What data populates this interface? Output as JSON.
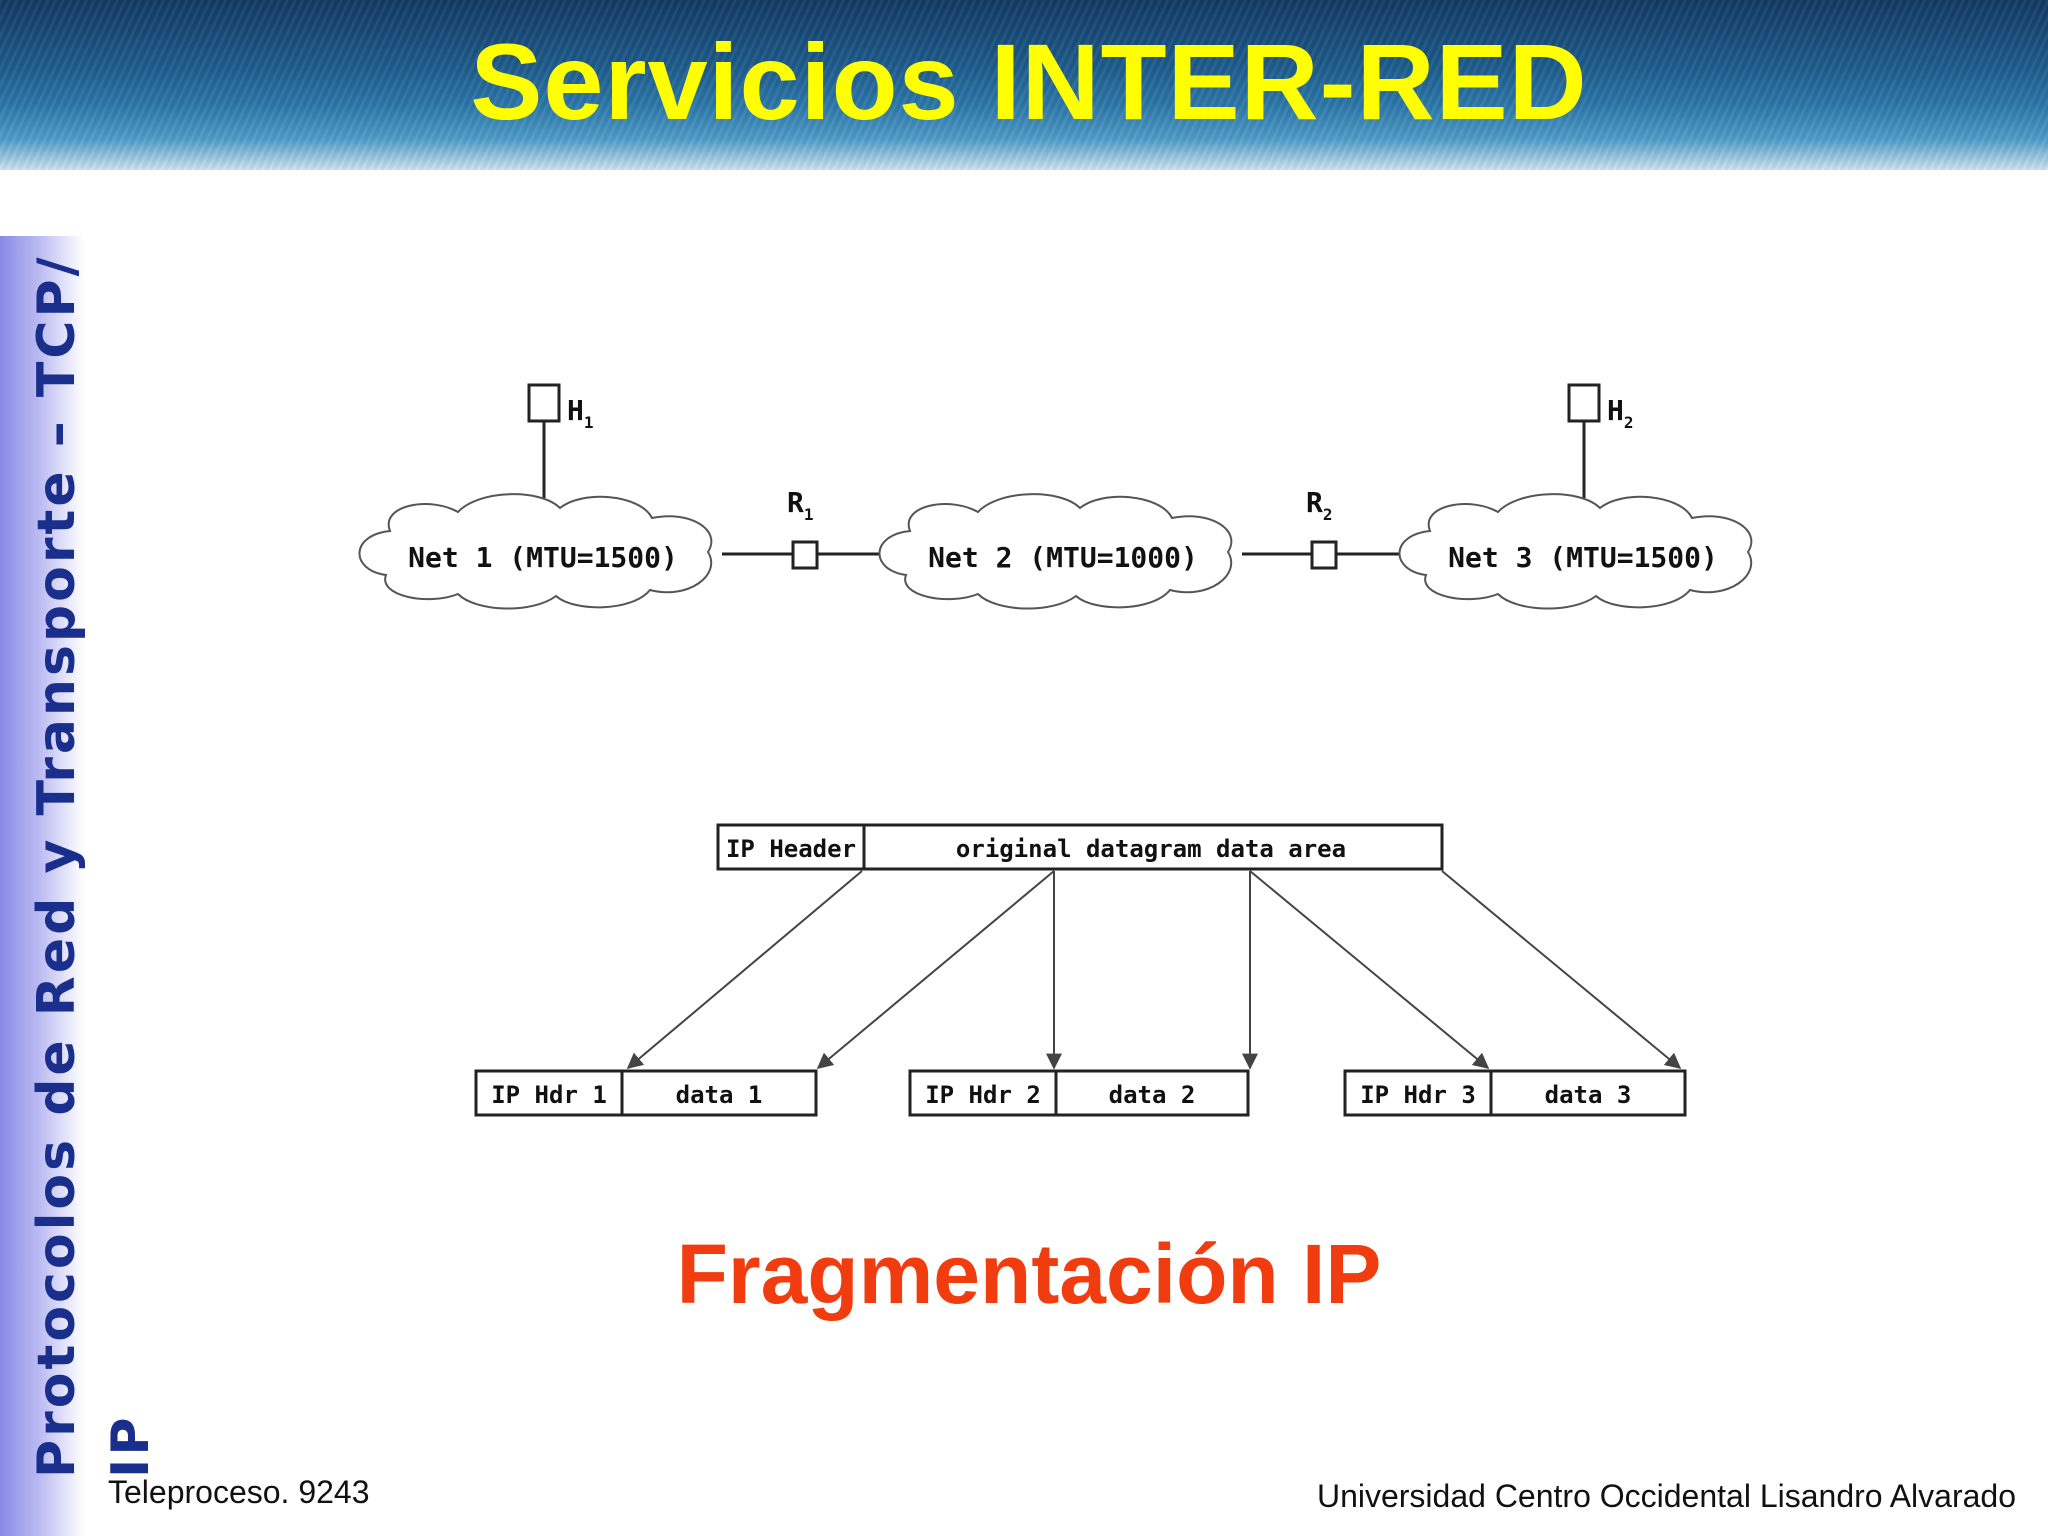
{
  "title": "Servicios INTER-RED",
  "side_label": "Protocolos de Red y Transporte – TCP/ IP",
  "caption": "Fragmentación IP",
  "footer": {
    "left": "Teleproceso. 9243",
    "right": "Universidad Centro Occidental Lisandro Alvarado"
  },
  "network": {
    "hosts": [
      {
        "label": "H",
        "sub": "1"
      },
      {
        "label": "H",
        "sub": "2"
      }
    ],
    "routers": [
      {
        "label": "R",
        "sub": "1"
      },
      {
        "label": "R",
        "sub": "2"
      }
    ],
    "nets": [
      {
        "label": "Net 1 (MTU=1500)"
      },
      {
        "label": "Net 2 (MTU=1000)"
      },
      {
        "label": "Net 3 (MTU=1500)"
      }
    ]
  },
  "datagram": {
    "header_label": "IP Header",
    "data_label": "original datagram data area"
  },
  "fragments": [
    {
      "hdr": "IP Hdr 1",
      "data": "data 1"
    },
    {
      "hdr": "IP Hdr 2",
      "data": "data 2"
    },
    {
      "hdr": "IP Hdr 3",
      "data": "data 3"
    }
  ],
  "colors": {
    "title": "#ffff00",
    "caption": "#f03c0f",
    "side_label": "#1a2e8c"
  }
}
